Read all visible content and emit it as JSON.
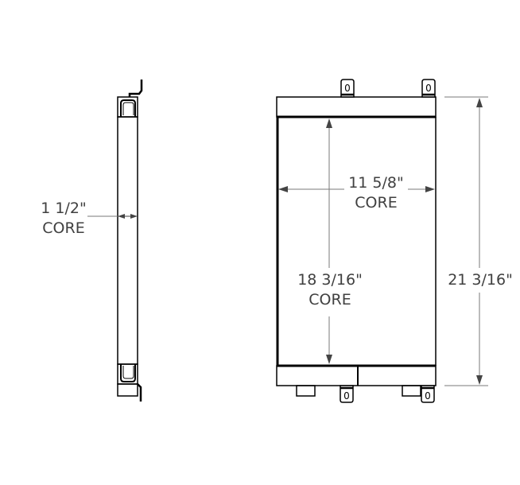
{
  "diagram": {
    "type": "technical-drawing",
    "subject": "oil cooler / radiator core dimensions",
    "side_view": {
      "core_depth_label_line1": "1 1/2\"",
      "core_depth_label_line2": "CORE"
    },
    "front_view": {
      "core_width_label_line1": "11 5/8\"",
      "core_width_label_line2": "CORE",
      "core_height_label_line1": "18 3/16\"",
      "core_height_label_line2": "CORE",
      "overall_height_label": "21 3/16\"",
      "mounting_bracket_glyph": "0"
    },
    "colors": {
      "line": "#000000",
      "dimension_line": "#7a7a7a",
      "text": "#404040",
      "background": "#ffffff"
    }
  }
}
